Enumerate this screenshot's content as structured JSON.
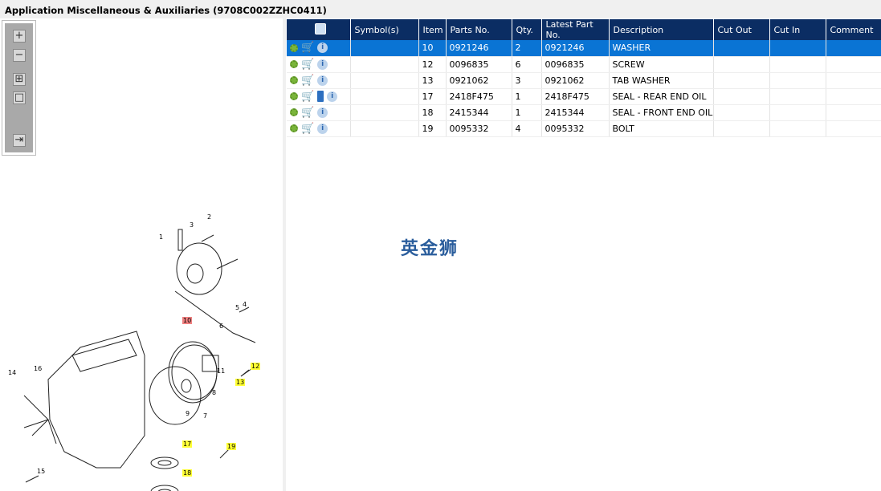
{
  "title": "Application Miscellaneous & Auxiliaries (9708C002ZZHC0411)",
  "toolbar": {
    "zoom_in": "+",
    "zoom_out": "−",
    "fit_all": "⊞",
    "fit_one": "□",
    "export": "⇥"
  },
  "grid": {
    "columns": [
      "",
      "Symbol(s)",
      "Item",
      "Parts No.",
      "Qty.",
      "Latest Part No.",
      "Description",
      "Cut Out",
      "Cut In",
      "Comment"
    ],
    "rows": [
      {
        "item": "10",
        "part": "0921246",
        "qty": "2",
        "latest": "0921246",
        "desc": "WASHER",
        "book": false
      },
      {
        "item": "12",
        "part": "0096835",
        "qty": "6",
        "latest": "0096835",
        "desc": "SCREW",
        "book": false
      },
      {
        "item": "13",
        "part": "0921062",
        "qty": "3",
        "latest": "0921062",
        "desc": "TAB WASHER",
        "book": false
      },
      {
        "item": "17",
        "part": "2418F475",
        "qty": "1",
        "latest": "2418F475",
        "desc": "SEAL - REAR END OIL",
        "book": true
      },
      {
        "item": "18",
        "part": "2415344",
        "qty": "1",
        "latest": "2415344",
        "desc": "SEAL - FRONT END OIL",
        "book": false
      },
      {
        "item": "19",
        "part": "0095332",
        "qty": "4",
        "latest": "0095332",
        "desc": "BOLT",
        "book": false
      }
    ]
  },
  "watermark": "英金狮",
  "callouts": [
    {
      "t": "1",
      "h": ""
    },
    {
      "t": "2",
      "h": ""
    },
    {
      "t": "3",
      "h": ""
    },
    {
      "t": "4",
      "h": ""
    },
    {
      "t": "5",
      "h": ""
    },
    {
      "t": "10",
      "h": "#f08080"
    },
    {
      "t": "6",
      "h": ""
    },
    {
      "t": "11",
      "h": ""
    },
    {
      "t": "12",
      "h": "#ffff33"
    },
    {
      "t": "13",
      "h": "#ffff33"
    },
    {
      "t": "8",
      "h": ""
    },
    {
      "t": "9",
      "h": ""
    },
    {
      "t": "7",
      "h": ""
    },
    {
      "t": "14",
      "h": ""
    },
    {
      "t": "16",
      "h": ""
    },
    {
      "t": "15",
      "h": ""
    },
    {
      "t": "17",
      "h": "#ffff33"
    },
    {
      "t": "19",
      "h": "#ffff33"
    },
    {
      "t": "18",
      "h": "#ffff33"
    }
  ]
}
